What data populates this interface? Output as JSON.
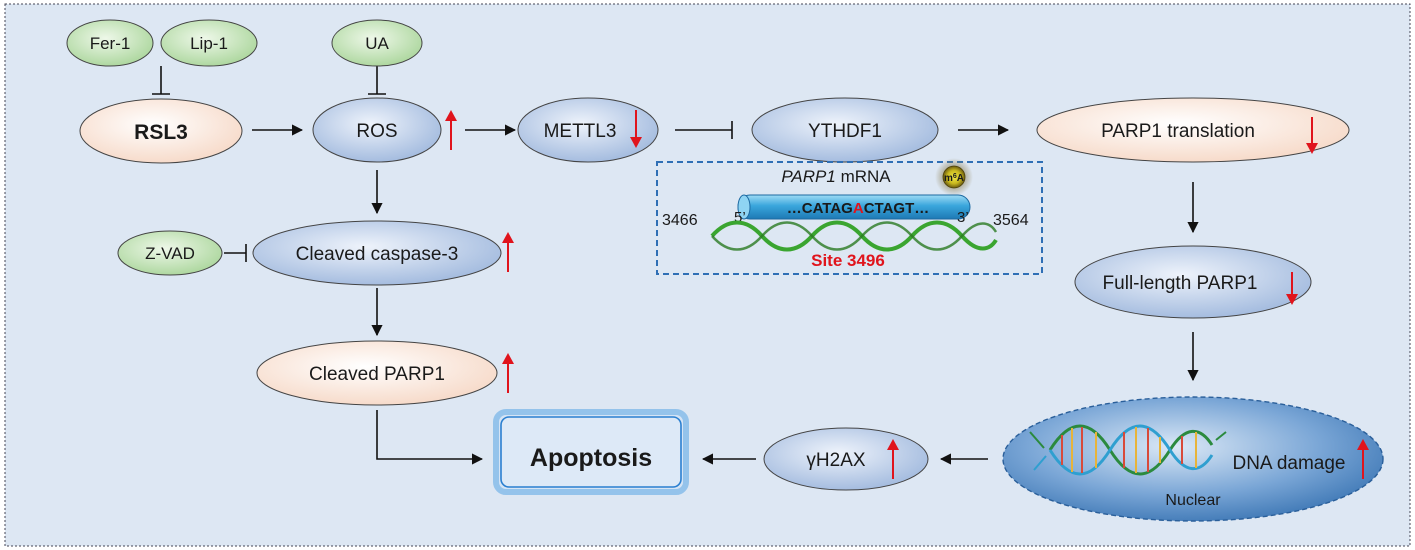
{
  "inhibitors": {
    "fer1": "Fer-1",
    "lip1": "Lip-1",
    "ua": "UA",
    "zvad": "Z-VAD"
  },
  "nodes": {
    "rsl3": "RSL3",
    "ros": "ROS",
    "mettl3": "METTL3",
    "ythdf1": "YTHDF1",
    "parp1_translation": "PARP1 translation",
    "cleaved_caspase3": "Cleaved caspase-3",
    "cleaved_parp1": "Cleaved PARP1",
    "full_length_parp1": "Full-length PARP1",
    "apoptosis": "Apoptosis",
    "gh2ax": "γH2AX",
    "dna_damage": "DNA damage",
    "nuclear": "Nuclear"
  },
  "mrna": {
    "title_gene": "PARP1",
    "title_rest": " mRNA",
    "m6a_badge_main": "m",
    "m6a_badge_sup": "6",
    "m6a_badge_end": "A",
    "five_prime": "5’",
    "three_prime": "3’",
    "seq_left": "…CATAG",
    "seq_mod": "A",
    "seq_right": "CTAGT…",
    "pos_start": "3466",
    "pos_end": "3564",
    "site": "Site 3496"
  },
  "regulation": {
    "ros": "up",
    "mettl3": "down",
    "parp1_translation": "down",
    "cleaved_caspase3": "up",
    "cleaved_parp1": "up",
    "full_length_parp1": "down",
    "gh2ax": "up",
    "dna_damage": "up"
  },
  "colors": {
    "background": "#dde7f3",
    "blue_node": "#c3d3ea",
    "peach_node": "#f9e7dc",
    "green_node": "#c9e3bf",
    "up_down_arrow": "#e0141c",
    "site_text": "#e0141c",
    "dashed_box": "#2f6fb5",
    "mrna_tube": "#3ea7dc",
    "helix_green": "#3aa530",
    "nucleus": "#4f86c2"
  }
}
